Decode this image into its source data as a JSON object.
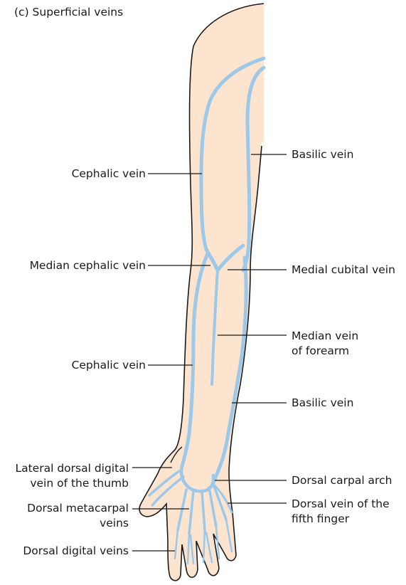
{
  "title": "(c) Superficial veins",
  "colors": {
    "skin": "#fde4cf",
    "outline": "#1a1a1a",
    "vein": "#9cc8ea"
  },
  "labels": {
    "cephalic_upper": "Cephalic vein",
    "median_cephalic": "Median cephalic vein",
    "cephalic_lower": "Cephalic vein",
    "lateral_dorsal_digital_l1": "Lateral dorsal digital",
    "lateral_dorsal_digital_l2": "vein of the thumb",
    "dorsal_metacarpal_l1": "Dorsal metacarpal",
    "dorsal_metacarpal_l2": "veins",
    "dorsal_digital": "Dorsal digital veins",
    "basilic_upper": "Basilic vein",
    "medial_cubital": "Medial cubital vein",
    "median_forearm_l1": "Median vein",
    "median_forearm_l2": "of forearm",
    "basilic_lower": "Basilic vein",
    "dorsal_carpal_arch": "Dorsal carpal arch",
    "dorsal_fifth_l1": "Dorsal vein of the",
    "dorsal_fifth_l2": "fifth finger"
  }
}
